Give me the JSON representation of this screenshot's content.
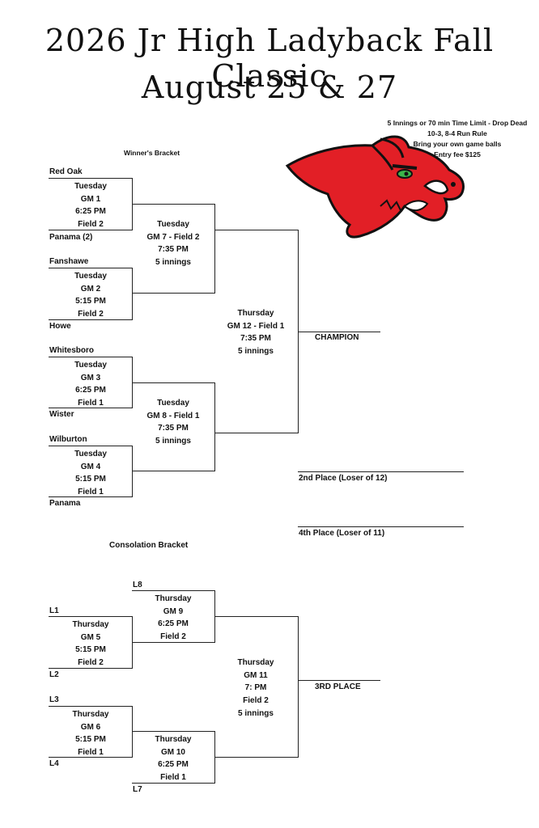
{
  "title_line1": "2026 Jr High Ladyback Fall Classic",
  "title_line2": "August 25 & 27",
  "rules": [
    "5 Innings or 70 min Time Limit - Drop Dead",
    "10-3, 8-4 Run Rule",
    "Bring your own game balls",
    "Entry fee $125"
  ],
  "winners_label": "Winner's Bracket",
  "consolation_label": "Consolation Bracket",
  "teams": {
    "red_oak": "Red Oak",
    "panama2": "Panama (2)",
    "fanshawe": "Fanshawe",
    "howe": "Howe",
    "whitesboro": "Whitesboro",
    "wister": "Wister",
    "wilburton": "Wilburton",
    "panama": "Panama"
  },
  "games": {
    "gm1": [
      "Tuesday",
      "GM 1",
      "6:25 PM",
      "Field 2"
    ],
    "gm2": [
      "Tuesday",
      "GM 2",
      "5:15 PM",
      "Field 2"
    ],
    "gm3": [
      "Tuesday",
      "GM 3",
      "6:25 PM",
      "Field 1"
    ],
    "gm4": [
      "Tuesday",
      "GM 4",
      "5:15 PM",
      "Field 1"
    ],
    "gm7": [
      "Tuesday",
      "GM 7 - Field 2",
      "7:35 PM",
      "5 innings"
    ],
    "gm8": [
      "Tuesday",
      "GM 8 - Field 1",
      "7:35 PM",
      "5 innings"
    ],
    "gm12": [
      "Thursday",
      "GM 12 - Field 1",
      "7:35 PM",
      "5 innings"
    ],
    "gm9": [
      "Thursday",
      "GM 9",
      "6:25 PM",
      "Field 2"
    ],
    "gm5": [
      "Thursday",
      "GM 5",
      "5:15 PM",
      "Field 2"
    ],
    "gm6": [
      "Thursday",
      "GM 6",
      "5:15 PM",
      "Field 1"
    ],
    "gm10": [
      "Thursday",
      "GM 10",
      "6:25 PM",
      "Field 1"
    ],
    "gm11": [
      "Thursday",
      "GM 11",
      "7: PM",
      "Field 2",
      "5 innings"
    ]
  },
  "places": {
    "champion": "CHAMPION",
    "second": "2nd Place (Loser of 12)",
    "fourth": "4th Place (Loser of 11)",
    "third": "3RD PLACE"
  },
  "seeds": {
    "l8": "L8",
    "l1": "L1",
    "l2": "L2",
    "l3": "L3",
    "l4": "L4",
    "l7": "L7"
  },
  "logo_icon": "red-boar-icon"
}
